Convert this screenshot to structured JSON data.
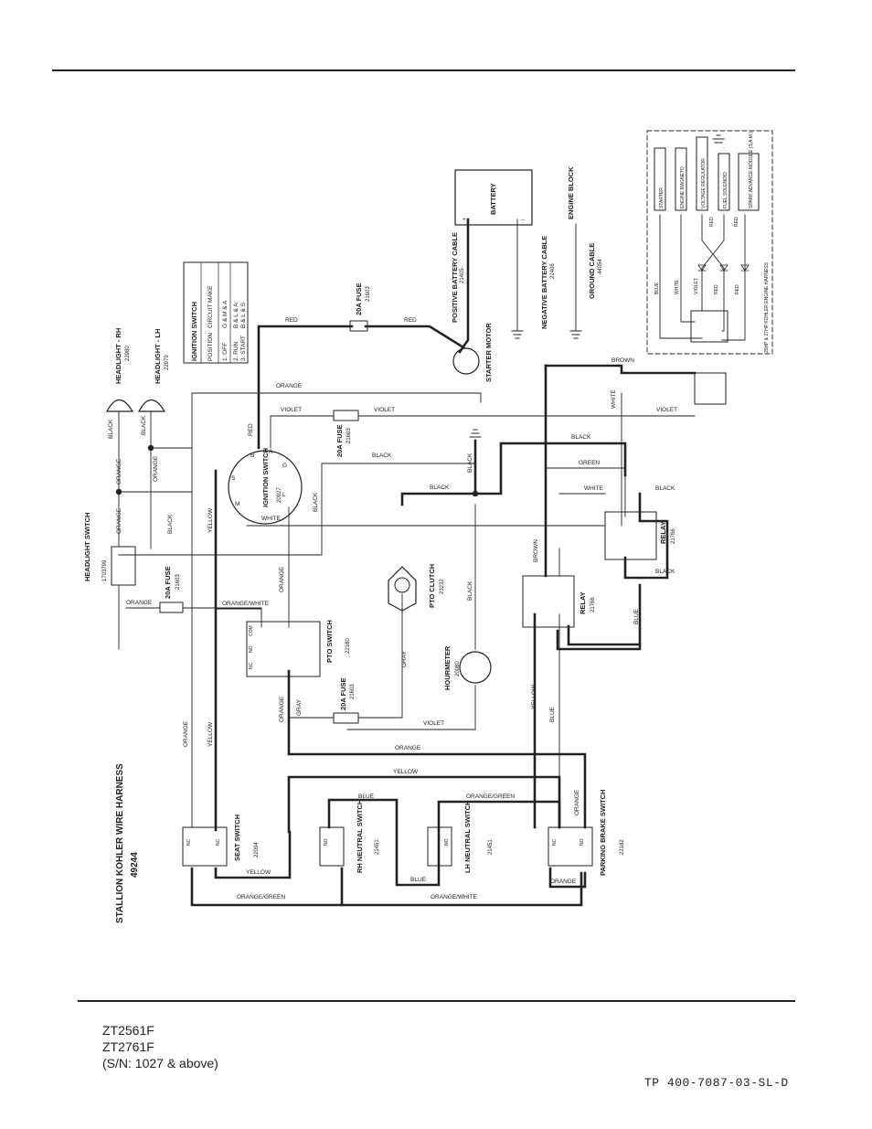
{
  "harness": {
    "title": "STALLION KOHLER WIRE HARNESS",
    "part_no": "49244"
  },
  "footer": {
    "models": [
      "ZT2561F",
      "ZT2761F",
      "(S/N: 1027 & above)"
    ],
    "doc_code": "TP 400-7087-03-SL-D"
  },
  "ignition_table": {
    "title": "IGNITION SWITCH",
    "headers": [
      "POSITION",
      "CIRCUIT MAKE"
    ],
    "rows": [
      [
        "1. OFF",
        "G & M & A"
      ],
      [
        "2. RUN",
        "B & L & A"
      ],
      [
        "3. START",
        "B & L & S"
      ]
    ]
  },
  "components": {
    "battery": "BATTERY",
    "battery_pos": "+",
    "battery_neg": "–",
    "engine_block": "ENGINE BLOCK",
    "pos_cable": "POSITIVE BATTERY CABLE",
    "pos_cable_pn": "21405",
    "neg_cable": "NEGATIVE BATTERY CABLE",
    "neg_cable_pn": "21406",
    "ground_cable": "GROUND CABLE",
    "ground_cable_pn": "44054",
    "starter_motor": "STARTER MOTOR",
    "headlight_rh": "HEADLIGHT - RH",
    "headlight_rh_pn": "22980",
    "headlight_lh": "HEADLIGHT - LH",
    "headlight_lh_pn": "22979",
    "headlight_switch": "HEADLIGHT SWITCH",
    "headlight_switch_pn": "1703799",
    "fuse": "20A FUSE",
    "fuse_pn": "21603",
    "ignition_switch": "IGNITION SWITCH",
    "ignition_switch_pn": "20927",
    "pto_clutch": "PTO CLUTCH",
    "pto_clutch_pn": "23232",
    "pto_switch": "PTO SWITCH",
    "pto_switch_pn": "22180",
    "hourmeter": "HOURMETER",
    "hourmeter_pn": "20080",
    "relay": "RELAY",
    "relay_pn": "21766",
    "seat_switch": "SEAT SWITCH",
    "seat_switch_pn": "22094",
    "rh_neutral": "RH NEUTRAL SWITCH",
    "rh_neutral_pn": "21451",
    "lh_neutral": "LH NEUTRAL SWITCH",
    "lh_neutral_pn": "21451",
    "parking_brake": "PARKING BRAKE SWITCH",
    "parking_brake_pn": "22182",
    "engine_harness": "25HP & 27HP KOHLER ENGINE HARNESS",
    "starter": "STARTER",
    "engine_magneto": "ENGINE MAGNETO",
    "voltage_regulator": "VOLTAGE REGULATOR",
    "fuel_solenoid": "FUEL SOLENOID",
    "spark_advance": "SPARK ADVANCE MODULE (S.A.M.)"
  },
  "ign_terminals": [
    "B",
    "A",
    "G",
    "L",
    "M",
    "S"
  ],
  "pto_terminals": [
    "COM",
    "NO",
    "NC"
  ],
  "wire_colors": {
    "red": "RED",
    "orange": "ORANGE",
    "violet": "VIOLET",
    "black": "BLACK",
    "white": "WHITE",
    "brown": "BROWN",
    "green": "GREEN",
    "blue": "BLUE",
    "yellow": "YELLOW",
    "gray": "GRAY",
    "orange_white": "ORANGE/WHITE",
    "orange_green": "ORANGE/GREEN"
  },
  "switch_marks": {
    "nc": "NC",
    "no": "NO"
  }
}
